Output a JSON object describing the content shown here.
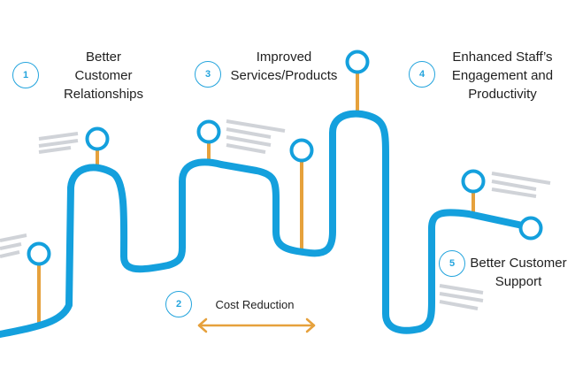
{
  "colors": {
    "road": "#14a0dd",
    "pin": "#e6a13c",
    "accent": "#23a4dd",
    "placeholder_lines": "#d0d3d8",
    "text": "#1f1f1f"
  },
  "milestones": [
    {
      "number": "1",
      "label": "Better\nCustomer\nRelationships"
    },
    {
      "number": "2",
      "label": "Cost Reduction"
    },
    {
      "number": "3",
      "label": "Improved\nServices/Products"
    },
    {
      "number": "4",
      "label": "Enhanced Staff’s\nEngagement and\nProductivity"
    },
    {
      "number": "5",
      "label": "Better Customer\nSupport"
    }
  ],
  "arrow_icon": "double-headed-arrow-icon",
  "pin_icon": "map-pin-marker-icon"
}
